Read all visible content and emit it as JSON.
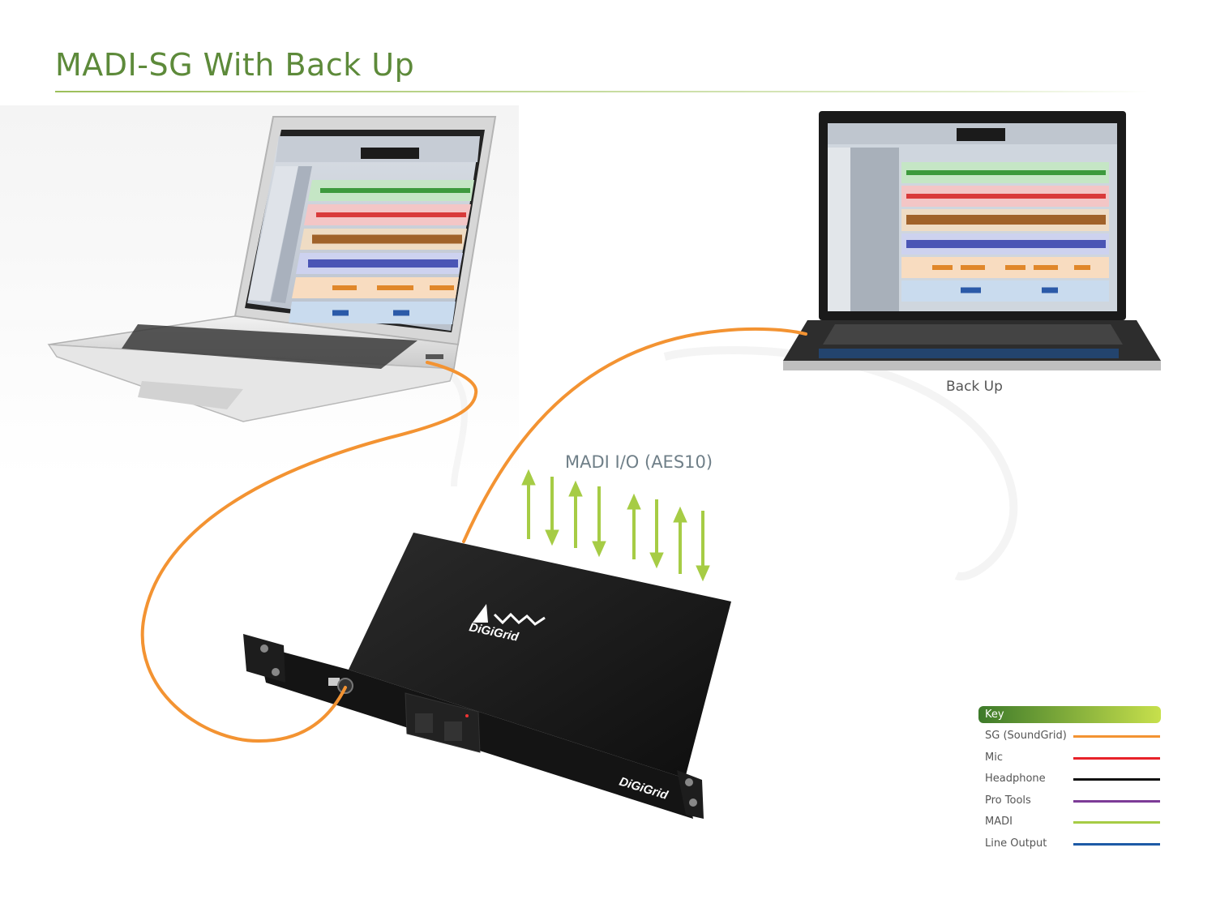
{
  "title": "MADI-SG With Back Up",
  "labels": {
    "backup": "Back Up",
    "madi_io": "MADI I/O (AES10)"
  },
  "device": {
    "brand_top": "DiGiGrid",
    "brand_front": "DiGiGrid"
  },
  "key": {
    "title": "Key",
    "items": [
      {
        "label": "SG (SoundGrid)",
        "color": "#f39332"
      },
      {
        "label": "Mic",
        "color": "#e8232a"
      },
      {
        "label": "Headphone",
        "color": "#111111"
      },
      {
        "label": "Pro Tools",
        "color": "#7d3c97"
      },
      {
        "label": "MADI",
        "color": "#a6cc45"
      },
      {
        "label": "Line Output",
        "color": "#1d5aa6"
      }
    ]
  },
  "colors": {
    "sg_cable": "#f39332",
    "madi_arrow": "#a6cc45",
    "title": "#5d8a3a"
  }
}
